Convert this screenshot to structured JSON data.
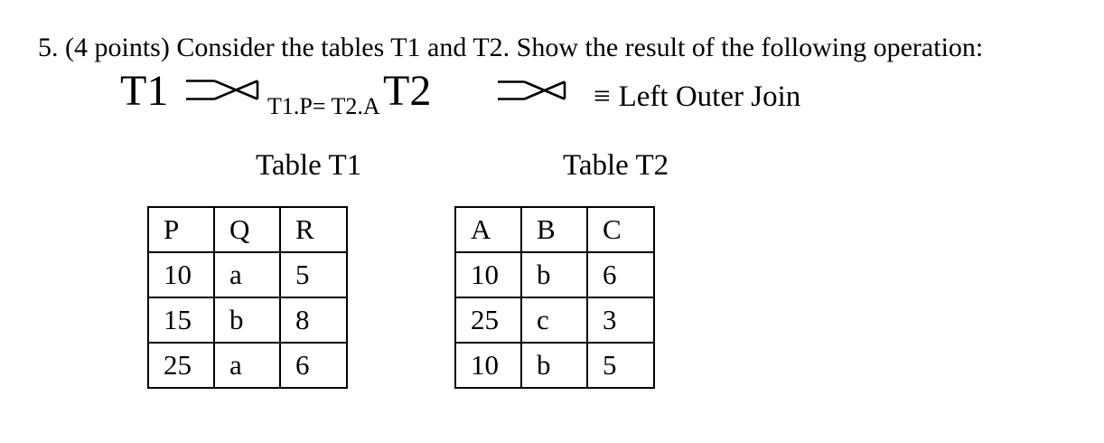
{
  "question": {
    "text": "5. (4 points) Consider the tables T1 and T2. Show the result of the following operation:"
  },
  "expression": {
    "left_operand": "T1",
    "join_condition": "T1.P= T2.A",
    "right_operand": "T2",
    "equiv_symbol": "≡",
    "equiv_label": "Left Outer Join",
    "join_icon": "left-outer-join-icon"
  },
  "tables": {
    "t1": {
      "title": "Table T1",
      "headers": [
        "P",
        "Q",
        "R"
      ],
      "rows": [
        [
          "10",
          "a",
          "5"
        ],
        [
          "15",
          "b",
          "8"
        ],
        [
          "25",
          "a",
          "6"
        ]
      ]
    },
    "t2": {
      "title": "Table T2",
      "headers": [
        "A",
        "B",
        "C"
      ],
      "rows": [
        [
          "10",
          "b",
          "6"
        ],
        [
          "25",
          "c",
          "3"
        ],
        [
          "10",
          "b",
          "5"
        ]
      ]
    }
  },
  "colors": {
    "text": "#000000",
    "background": "#ffffff",
    "table_border": "#000000"
  }
}
